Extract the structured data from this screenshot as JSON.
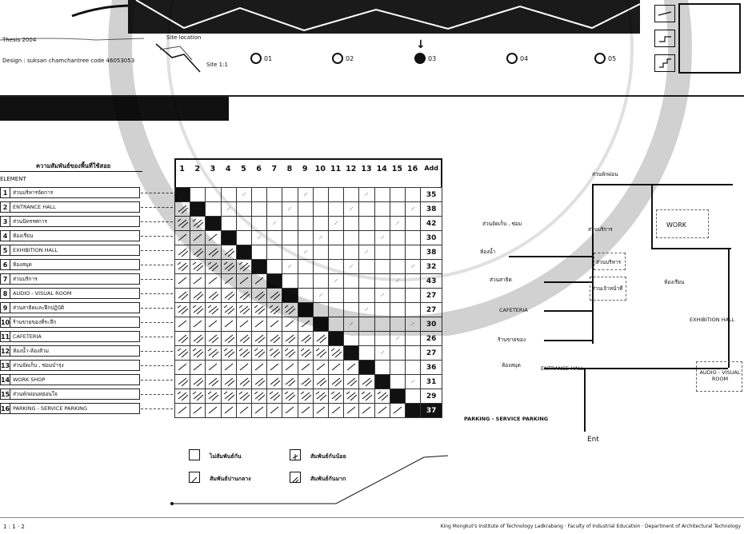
{
  "header": {
    "thesis_label": "Thesis 2004",
    "site_label": "Site location",
    "design_label": "Design : suksan chamchantree  code 46053053",
    "site_plan_label": "Site 1:1",
    "steps": [
      {
        "label": "01",
        "active": false
      },
      {
        "label": "02",
        "active": false
      },
      {
        "label": "03",
        "active": true
      },
      {
        "label": "04",
        "active": false
      },
      {
        "label": "05",
        "active": false
      }
    ],
    "step_arrow": "↓"
  },
  "matrix": {
    "title": "ความสัมพันธ์ของพื้นที่ใช้สอย",
    "element_header": "ELEMENT",
    "columns": [
      "1",
      "2",
      "3",
      "4",
      "5",
      "6",
      "7",
      "8",
      "9",
      "10",
      "11",
      "12",
      "13",
      "14",
      "15",
      "16"
    ],
    "add_header": "Add",
    "rows": [
      {
        "num": "1",
        "name": "ส่วนบริหารจัดการ",
        "add": "35"
      },
      {
        "num": "2",
        "name": "ENTRANCE HALL",
        "add": "38"
      },
      {
        "num": "3",
        "name": "ส่วนนิทรรศการ",
        "add": "42"
      },
      {
        "num": "4",
        "name": "ห้องเรียน",
        "add": "30"
      },
      {
        "num": "5",
        "name": "EXHIBITION HALL",
        "add": "38"
      },
      {
        "num": "6",
        "name": "ห้องสมุด",
        "add": "32"
      },
      {
        "num": "7",
        "name": "ส่วนบริการ",
        "add": "43"
      },
      {
        "num": "8",
        "name": "AUDIO - VISUAL ROOM",
        "add": "27"
      },
      {
        "num": "9",
        "name": "ส่วนสาธิตและฝึกปฏิบัติ",
        "add": "27"
      },
      {
        "num": "10",
        "name": "ร้านขายของที่ระลึก",
        "add": "30"
      },
      {
        "num": "11",
        "name": "CAFETERIA",
        "add": "26"
      },
      {
        "num": "12",
        "name": "ห้องน้ำ-ห้องส้วม",
        "add": "27"
      },
      {
        "num": "13",
        "name": "ส่วนจัดเก็บ , ซ่อมบำรุง",
        "add": "36"
      },
      {
        "num": "14",
        "name": "WORK SHOP",
        "add": "31"
      },
      {
        "num": "15",
        "name": "ส่วนพักผ่อนหย่อนใจ",
        "add": "29"
      },
      {
        "num": "16",
        "name": "PARKING - SERVICE PARKING",
        "add": "37"
      }
    ]
  },
  "legend": {
    "items": [
      {
        "label": "ไม่สัมพันธ์กัน"
      },
      {
        "label": "สัมพันธ์กันน้อย"
      },
      {
        "label": "สัมพันธ์ปานกลาง"
      },
      {
        "label": "สัมพันธ์กันมาก"
      }
    ]
  },
  "flow": {
    "top_label": "ส่วนพักผ่อน",
    "work_label": "WORK",
    "service_label": "ส่วนบริการ",
    "office_label": "ส่วนบริหาร",
    "storage_label": "ส่วนจัดเก็บ , ซ่อม",
    "admin_sub": "ส่วนเจ้าหน้าที่",
    "toilet_label": "ห้องน้ำ",
    "classroom_label": "ห้องเรียน",
    "demo_label": "ส่วนสาธิต",
    "cafeteria_label": "CAFETERIA",
    "shop_label": "ร้านขายของ",
    "library_label": "ห้องสมุด",
    "entrance_label": "ENTRANCE HALL",
    "exhibition_label": "EXHIBITION HALL",
    "audio_label": "AUDIO - VISUAL ROOM",
    "parking_label": "PARKING - SERVICE PARKING",
    "ent_label": "Ent"
  },
  "footer": {
    "left_text": "1 : 1 · 2",
    "right_text": "King Mongkut's Institute of Technology Ladkrabang · Faculty of Industrial Education · Department of Architectural Technology"
  }
}
